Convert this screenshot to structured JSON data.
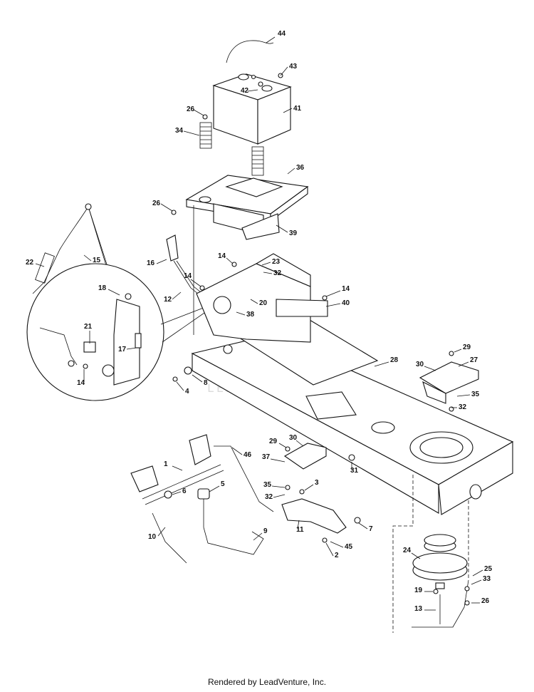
{
  "footer": {
    "text": "Rendered by LeadVenture, Inc."
  },
  "watermark": {
    "text": "LEADVENTURE",
    "color": "#bdbdbd"
  },
  "callouts": [
    {
      "id": "c44",
      "label": "44"
    },
    {
      "id": "c43",
      "label": "43"
    },
    {
      "id": "c42",
      "label": "42"
    },
    {
      "id": "c41",
      "label": "41"
    },
    {
      "id": "c26a",
      "label": "26"
    },
    {
      "id": "c34",
      "label": "34"
    },
    {
      "id": "c36",
      "label": "36"
    },
    {
      "id": "c26b",
      "label": "26"
    },
    {
      "id": "c39",
      "label": "39"
    },
    {
      "id": "c22",
      "label": "22"
    },
    {
      "id": "c15",
      "label": "15"
    },
    {
      "id": "c16",
      "label": "16"
    },
    {
      "id": "c14a",
      "label": "14"
    },
    {
      "id": "c23",
      "label": "23"
    },
    {
      "id": "c32a",
      "label": "32"
    },
    {
      "id": "c14b",
      "label": "14"
    },
    {
      "id": "c12",
      "label": "12"
    },
    {
      "id": "c18",
      "label": "18"
    },
    {
      "id": "c14c",
      "label": "14"
    },
    {
      "id": "c40",
      "label": "40"
    },
    {
      "id": "c20",
      "label": "20"
    },
    {
      "id": "c38",
      "label": "38"
    },
    {
      "id": "c21",
      "label": "21"
    },
    {
      "id": "c17",
      "label": "17"
    },
    {
      "id": "c14d",
      "label": "14"
    },
    {
      "id": "c8",
      "label": "8"
    },
    {
      "id": "c4",
      "label": "4"
    },
    {
      "id": "c29a",
      "label": "29"
    },
    {
      "id": "c27",
      "label": "27"
    },
    {
      "id": "c30a",
      "label": "30"
    },
    {
      "id": "c28",
      "label": "28"
    },
    {
      "id": "c35a",
      "label": "35"
    },
    {
      "id": "c32b",
      "label": "32"
    },
    {
      "id": "c46",
      "label": "46"
    },
    {
      "id": "c1",
      "label": "1"
    },
    {
      "id": "c29b",
      "label": "29"
    },
    {
      "id": "c30b",
      "label": "30"
    },
    {
      "id": "c37",
      "label": "37"
    },
    {
      "id": "c31",
      "label": "31"
    },
    {
      "id": "c35b",
      "label": "35"
    },
    {
      "id": "c3",
      "label": "3"
    },
    {
      "id": "c5",
      "label": "5"
    },
    {
      "id": "c6",
      "label": "6"
    },
    {
      "id": "c32c",
      "label": "32"
    },
    {
      "id": "c10",
      "label": "10"
    },
    {
      "id": "c11",
      "label": "11"
    },
    {
      "id": "c7",
      "label": "7"
    },
    {
      "id": "c9",
      "label": "9"
    },
    {
      "id": "c45",
      "label": "45"
    },
    {
      "id": "c2",
      "label": "2"
    },
    {
      "id": "c24",
      "label": "24"
    },
    {
      "id": "c25",
      "label": "25"
    },
    {
      "id": "c33",
      "label": "33"
    },
    {
      "id": "c19",
      "label": "19"
    },
    {
      "id": "c13",
      "label": "13"
    },
    {
      "id": "c26c",
      "label": "26"
    }
  ]
}
